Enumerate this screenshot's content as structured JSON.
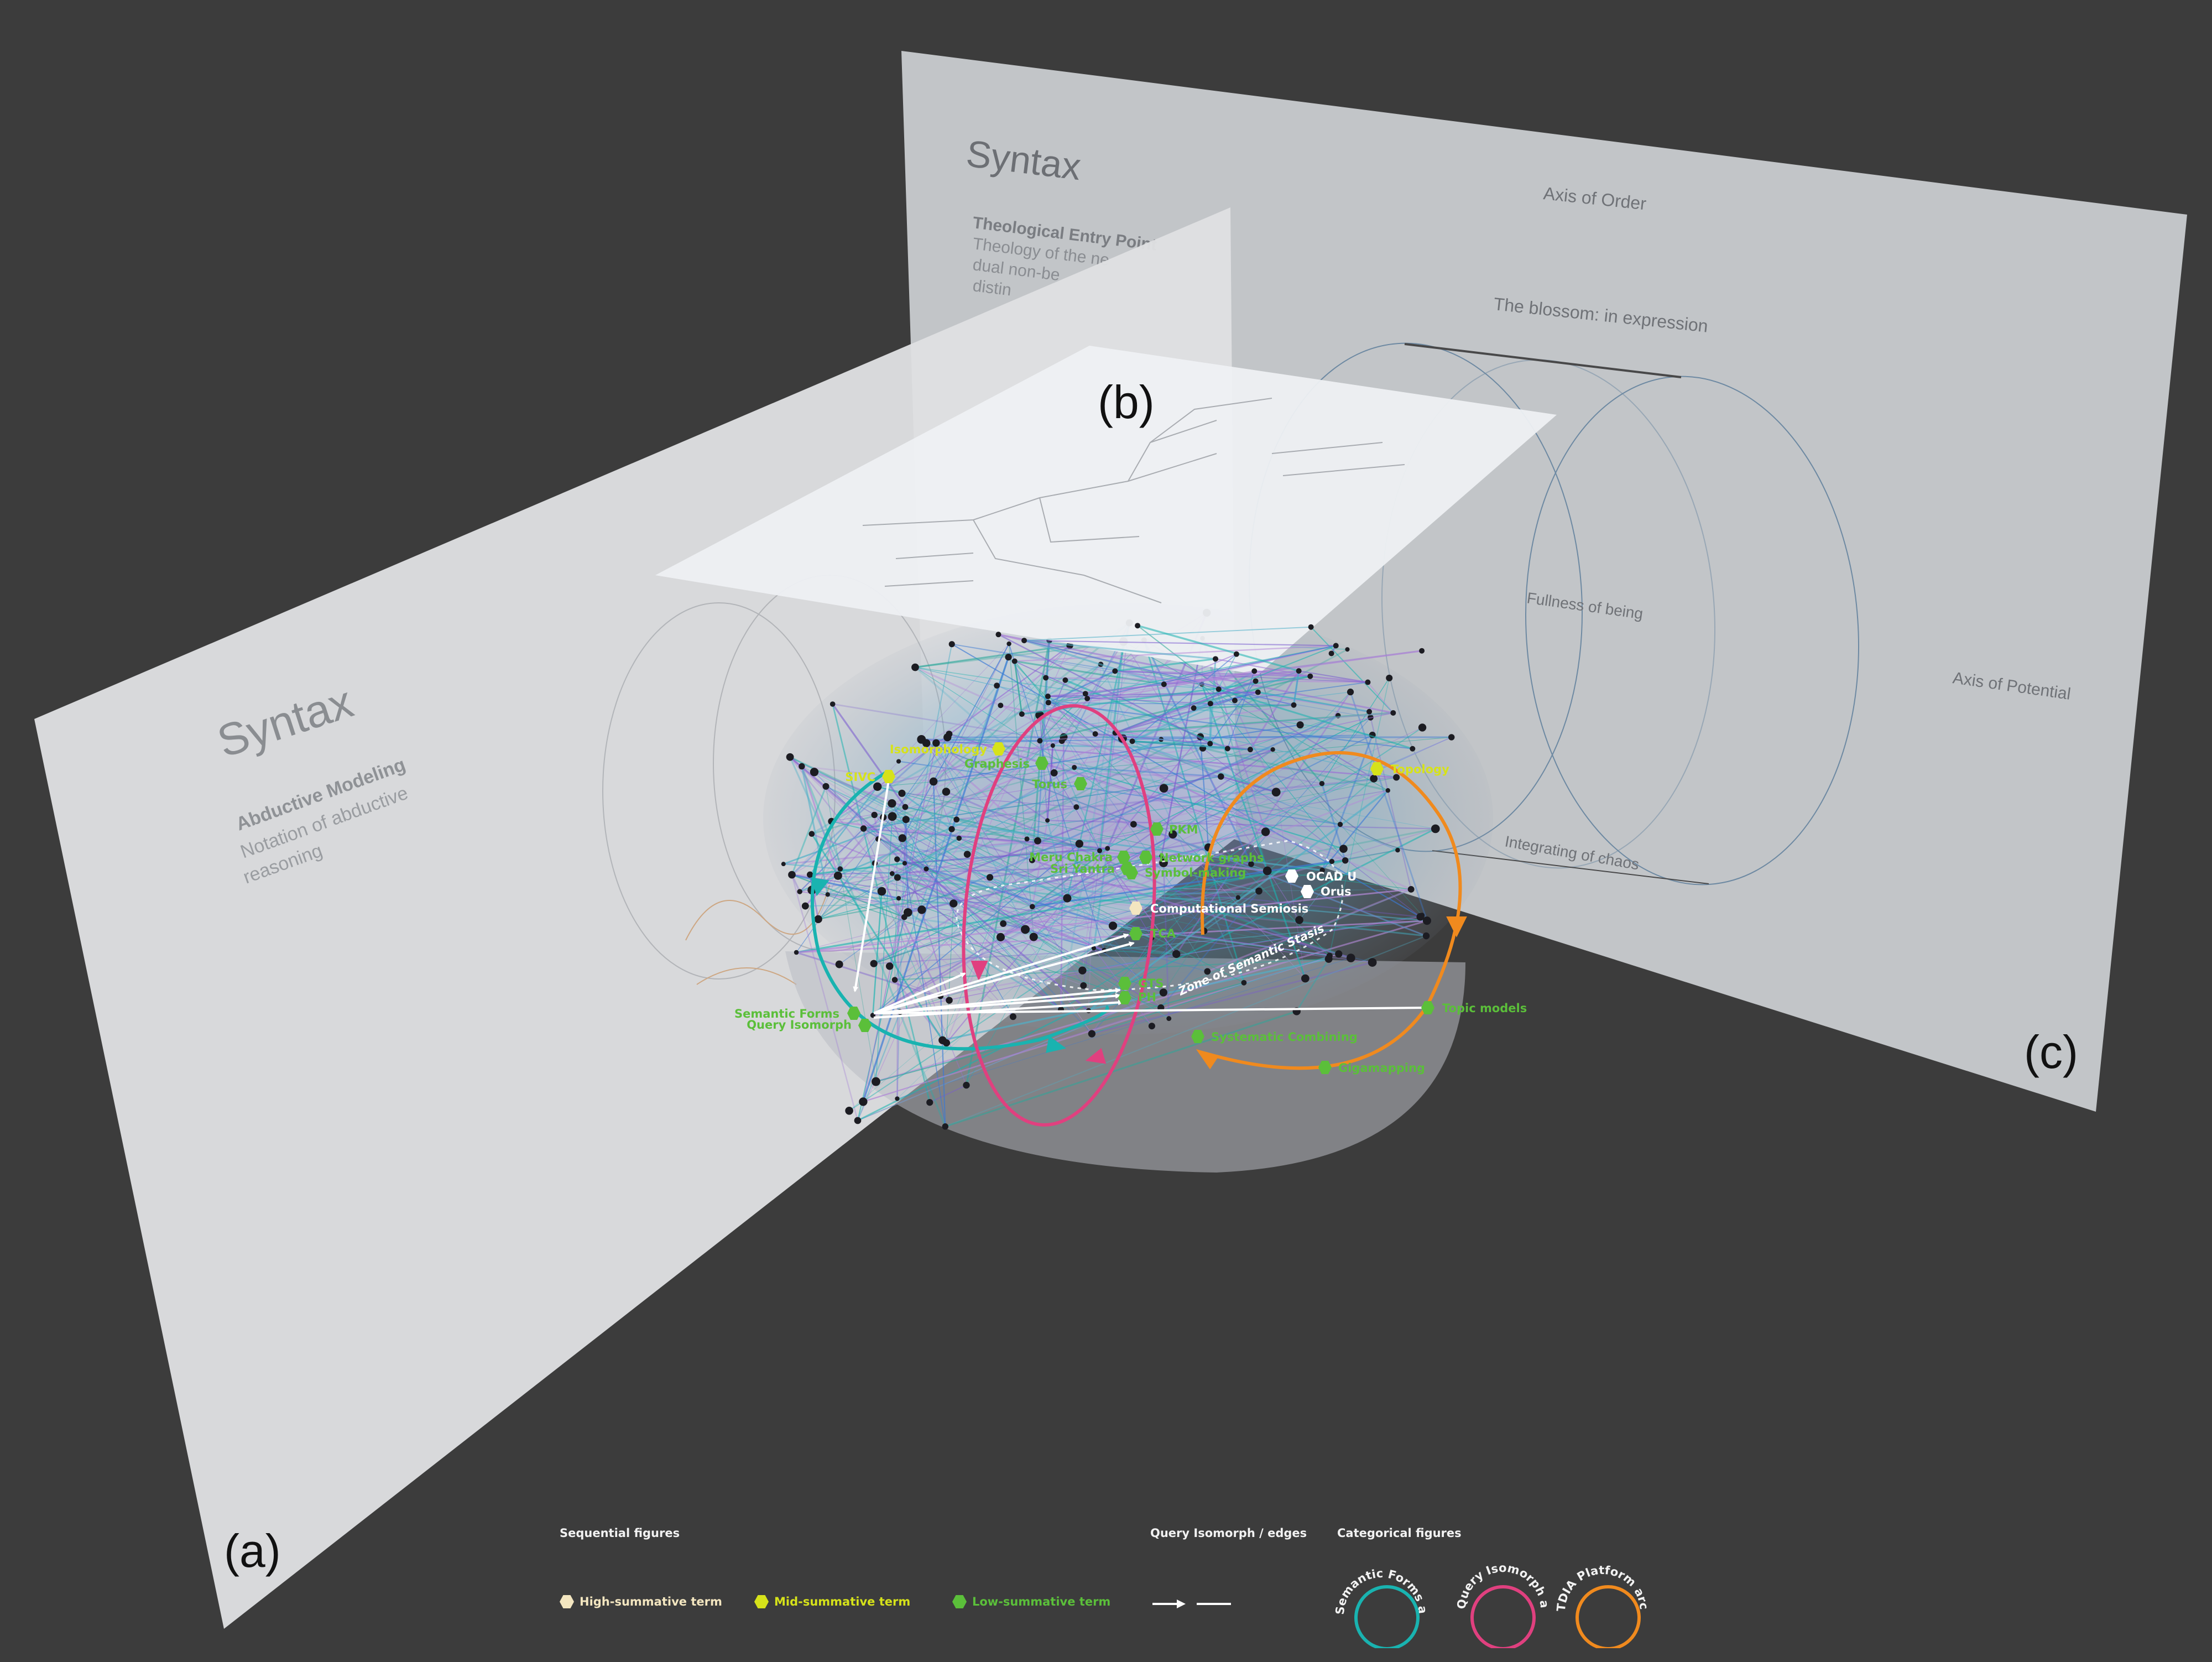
{
  "panels": {
    "a": {
      "label": "(a)",
      "title": "Syntax",
      "heading": "Abductive Modeling",
      "body_lines": [
        "Notation of abductive",
        "reasoning"
      ]
    },
    "b": {
      "label": "(b)"
    },
    "c": {
      "label": "(c)",
      "title": "Syntax",
      "heading": "Theological Entry Point",
      "body_lines": [
        "Theology of the ne",
        "dual non-be",
        "distin"
      ],
      "axis_order": "Axis of Order",
      "blossom": "The blossom: in expression",
      "fullness": "Fullness of being",
      "axis_potential": "Axis of Potential",
      "chaos": "Integrating of chaos"
    }
  },
  "nodes": [
    {
      "id": "isomorphology",
      "label": "Isomorphology",
      "tier": "mid"
    },
    {
      "id": "graphesis",
      "label": "Graphesis",
      "tier": "low"
    },
    {
      "id": "sivc",
      "label": "SIVC",
      "tier": "mid"
    },
    {
      "id": "torus",
      "label": "Torus",
      "tier": "low"
    },
    {
      "id": "topology",
      "label": "Topology",
      "tier": "mid"
    },
    {
      "id": "pkm",
      "label": "PKM",
      "tier": "low"
    },
    {
      "id": "meru",
      "label": "Meru Chakra",
      "tier": "low"
    },
    {
      "id": "network",
      "label": "Network graphs",
      "tier": "low"
    },
    {
      "id": "sriyantra",
      "label": "Sri Yantra",
      "tier": "low"
    },
    {
      "id": "symbol",
      "label": "Symbol-making",
      "tier": "low"
    },
    {
      "id": "ocadu",
      "label": "OCAD U",
      "tier": "white"
    },
    {
      "id": "orus",
      "label": "Orus",
      "tier": "white"
    },
    {
      "id": "compsem",
      "label": "Computational Semiosis",
      "tier": "high"
    },
    {
      "id": "tca",
      "label": "TCA",
      "tier": "low"
    },
    {
      "id": "gts",
      "label": "GTS",
      "tier": "low"
    },
    {
      "id": "ph",
      "label": "PH",
      "tier": "low"
    },
    {
      "id": "semforms",
      "label": "Semantic Forms",
      "tier": "low"
    },
    {
      "id": "queryiso",
      "label": "Query Isomorph",
      "tier": "low"
    },
    {
      "id": "topicmodels",
      "label": "Topic models",
      "tier": "low"
    },
    {
      "id": "syscomb",
      "label": "Systematic Combining",
      "tier": "low"
    },
    {
      "id": "gigamapping",
      "label": "Gigamapping",
      "tier": "low"
    }
  ],
  "zone_label": "Zone of Semantic Stasis",
  "legend": {
    "sequential_title": "Sequential figures",
    "edges_title": "Query Isomorph / edges",
    "categorical_title": "Categorical figures",
    "tiers": [
      {
        "key": "high",
        "label": "High-summative term",
        "color": "#f3e6c0"
      },
      {
        "key": "mid",
        "label": "Mid-summative term",
        "color": "#d6e21a"
      },
      {
        "key": "low",
        "label": "Low-summative term",
        "color": "#5bbf3a"
      }
    ],
    "arcs": [
      {
        "label": "Semantic Forms arc",
        "color": "#19b3b0"
      },
      {
        "label": "Query Isomorph arc",
        "color": "#e0407f"
      },
      {
        "label": "TDIA Platform arc",
        "color": "#f08a1e"
      }
    ]
  },
  "colors": {
    "background": "#3c3c3c",
    "panel": "#e7e8ea",
    "teal": "#19b3b0",
    "magenta": "#e0407f",
    "orange": "#f08a1e",
    "low": "#5bbf3a",
    "mid": "#d6e21a",
    "high": "#f3e6c0"
  }
}
